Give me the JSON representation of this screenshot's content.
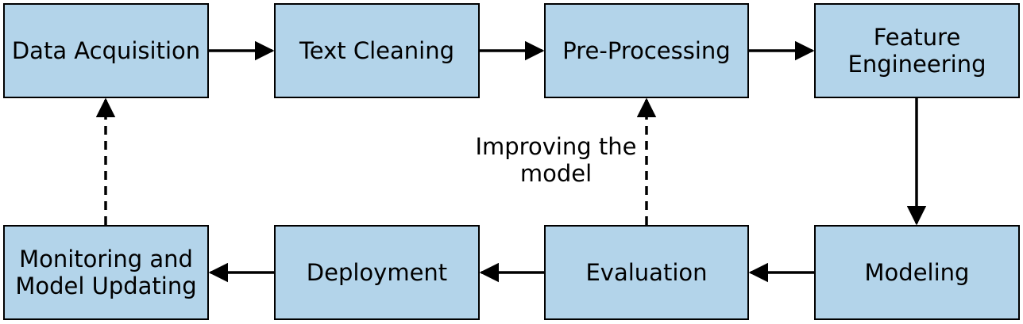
{
  "diagram": {
    "nodes": {
      "data_acquisition": "Data Acquisition",
      "text_cleaning": "Text Cleaning",
      "pre_processing": "Pre-Processing",
      "feature_engineering": "Feature\nEngineering",
      "modeling": "Modeling",
      "evaluation": "Evaluation",
      "deployment": "Deployment",
      "monitoring": "Monitoring and\nModel Updating"
    },
    "annotation": "Improving the\nmodel",
    "colors": {
      "node_fill": "#b3d4ea",
      "stroke": "#000000"
    },
    "edges": [
      {
        "from": "data_acquisition",
        "to": "text_cleaning",
        "style": "solid"
      },
      {
        "from": "text_cleaning",
        "to": "pre_processing",
        "style": "solid"
      },
      {
        "from": "pre_processing",
        "to": "feature_engineering",
        "style": "solid"
      },
      {
        "from": "feature_engineering",
        "to": "modeling",
        "style": "solid"
      },
      {
        "from": "modeling",
        "to": "evaluation",
        "style": "solid"
      },
      {
        "from": "evaluation",
        "to": "deployment",
        "style": "solid"
      },
      {
        "from": "deployment",
        "to": "monitoring",
        "style": "solid"
      },
      {
        "from": "evaluation",
        "to": "pre_processing",
        "style": "dashed"
      },
      {
        "from": "monitoring",
        "to": "data_acquisition",
        "style": "dashed"
      }
    ]
  }
}
